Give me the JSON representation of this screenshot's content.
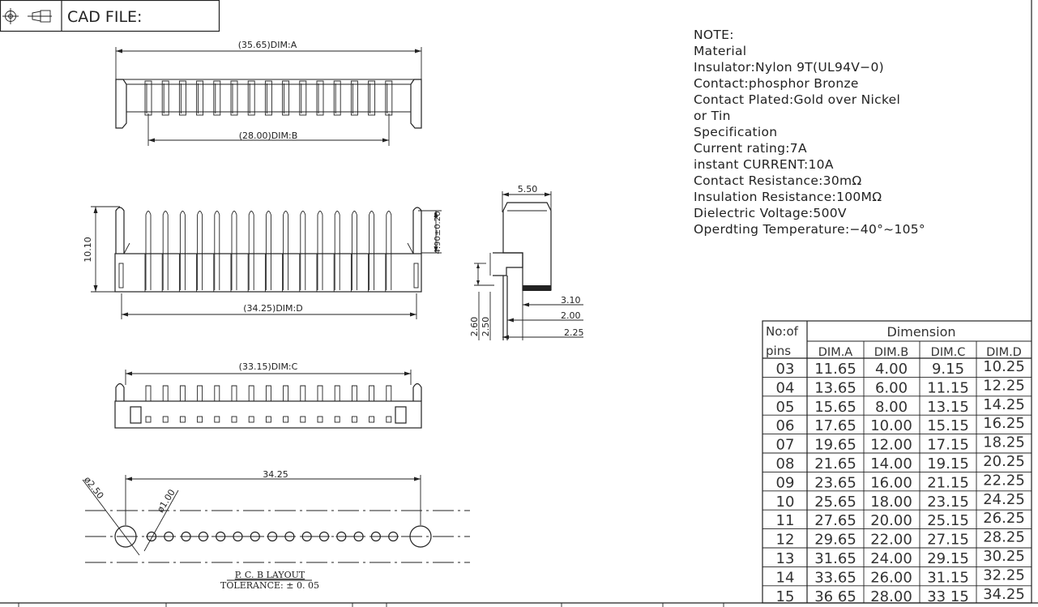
{
  "title_block": {
    "cad_label": "CAD FILE:",
    "icons": [
      "target-icon",
      "cone-projection-icon"
    ]
  },
  "notes": [
    "NOTE:",
    "Material",
    "Insulator:Nylon 9T(UL94V−0)",
    "Contact:phosphor Bronze",
    "Contact Plated:Gold over Nickel",
    "or Tin",
    "Specification",
    "Current rating:7A",
    "instant CURRENT:10A",
    "Contact Resistance:30mΩ",
    "Insulation Resistance:100MΩ",
    "Dielectric Voltage:500V",
    "Operdting Temperature:−40°~105°"
  ],
  "dims": {
    "dim_a": "(35.65)DIM:A",
    "dim_b": "(28.00)DIM:B",
    "dim_c": "(33.15)DIM:C",
    "dim_d": "(34.25)DIM:D",
    "height": "10.10",
    "pin_height": "4.90±0.20",
    "side_width": "5.50",
    "d310": "3.10",
    "d200": "2.00",
    "d225": "2.25",
    "d260": "2.60",
    "d250": "2.50",
    "pcb_span": "34.25",
    "hole_large": "ø2.50",
    "hole_small": "ø1.00"
  },
  "pcb_layout": {
    "title": "P. C. B LAYOUT",
    "tolerance": "TOLERANCE: ± 0. 05"
  },
  "table": {
    "col_pins_1": "No:of",
    "col_pins_2": "pins",
    "dimension_header": "Dimension",
    "headers": [
      "DIM.A",
      "DIM.B",
      "DIM.C",
      "DIM.D"
    ],
    "rows": [
      [
        "03",
        "11.65",
        "4.00",
        "9.15",
        "10.25"
      ],
      [
        "04",
        "13.65",
        "6.00",
        "11.15",
        "12.25"
      ],
      [
        "05",
        "15.65",
        "8.00",
        "13.15",
        "14.25"
      ],
      [
        "06",
        "17.65",
        "10.00",
        "15.15",
        "16.25"
      ],
      [
        "07",
        "19.65",
        "12.00",
        "17.15",
        "18.25"
      ],
      [
        "08",
        "21.65",
        "14.00",
        "19.15",
        "20.25"
      ],
      [
        "09",
        "23.65",
        "16.00",
        "21.15",
        "22.25"
      ],
      [
        "10",
        "25.65",
        "18.00",
        "23.15",
        "24.25"
      ],
      [
        "11",
        "27.65",
        "20.00",
        "25.15",
        "26.25"
      ],
      [
        "12",
        "29.65",
        "22.00",
        "27.15",
        "28.25"
      ],
      [
        "13",
        "31.65",
        "24.00",
        "29.15",
        "30.25"
      ],
      [
        "14",
        "33.65",
        "26.00",
        "31.15",
        "32.25"
      ],
      [
        "15",
        "36 65",
        "28.00",
        "33 15",
        "34.25"
      ]
    ]
  }
}
